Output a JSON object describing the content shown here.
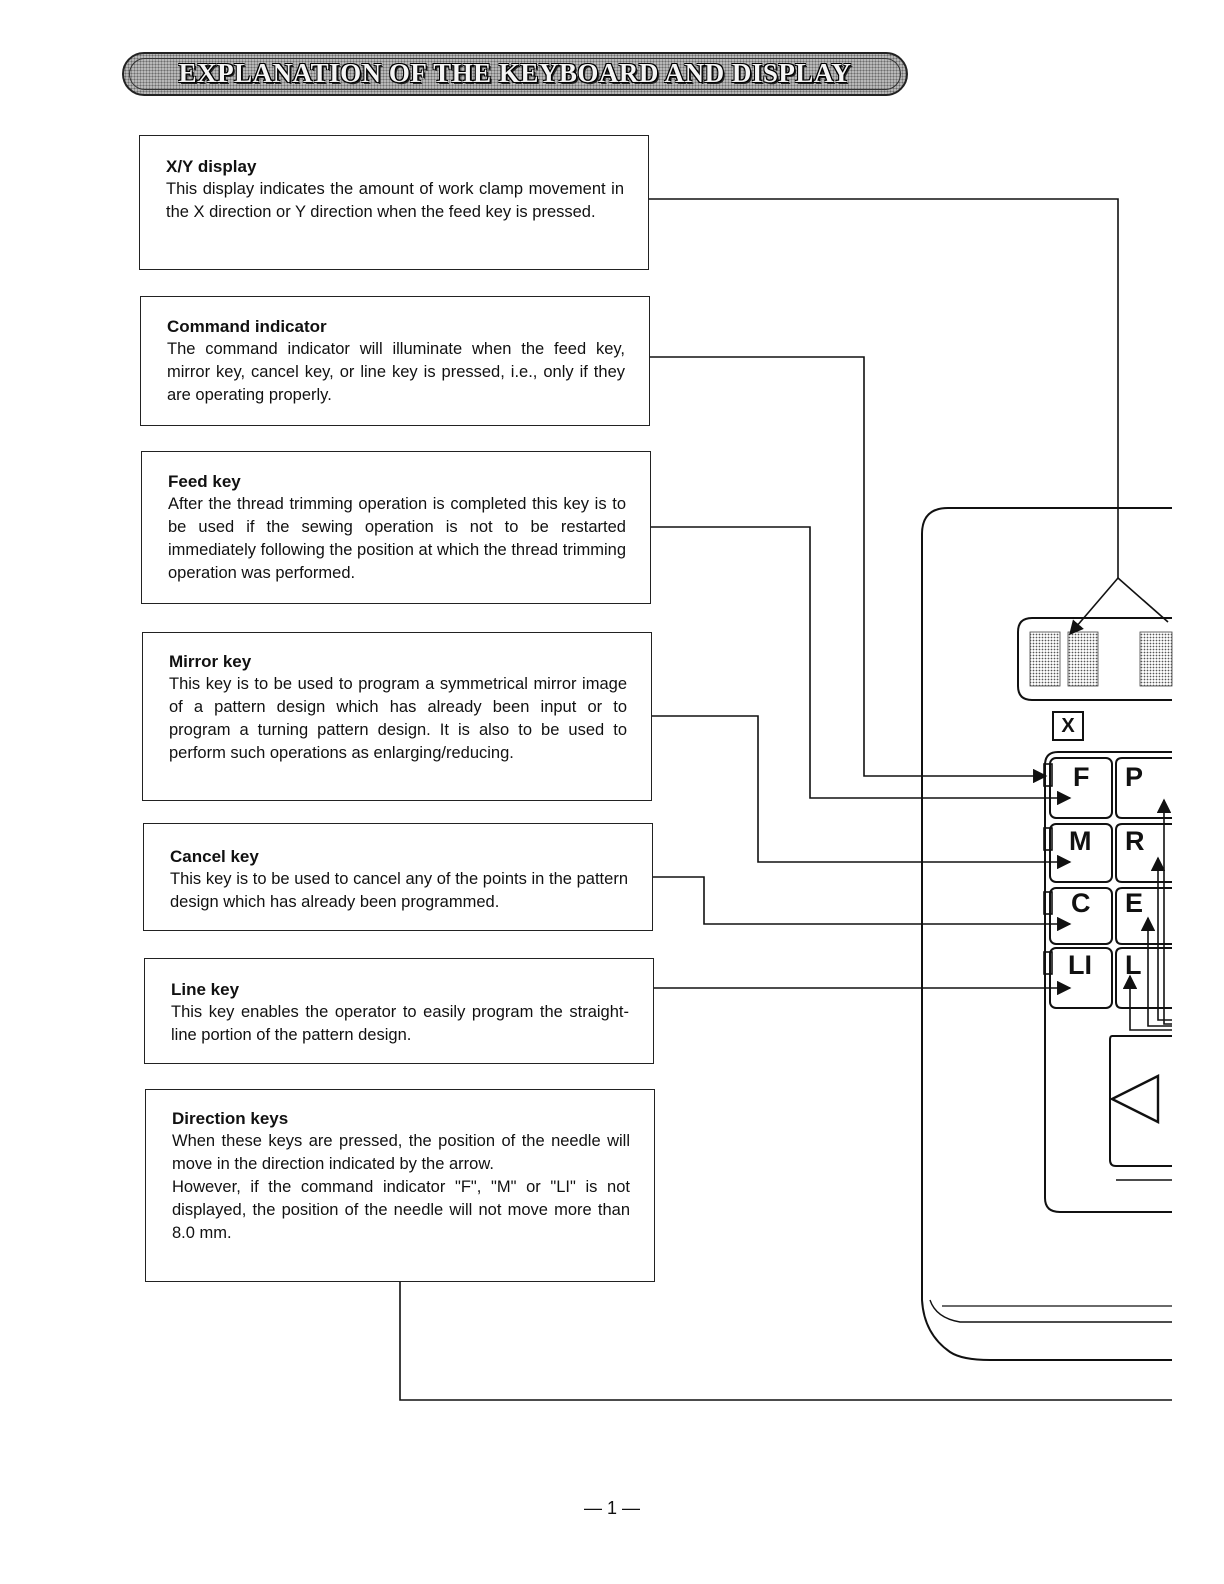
{
  "title": "EXPLANATION OF THE KEYBOARD AND DISPLAY",
  "sections": [
    {
      "title": "X/Y display",
      "body": "This display indicates the amount of work clamp movement in the X direction or Y direction when the feed key is pressed."
    },
    {
      "title": "Command indicator",
      "body": "The command indicator will illuminate when the feed key, mirror key, cancel key, or line key is pressed, i.e., only if they are operating properly."
    },
    {
      "title": "Feed key",
      "body": "After the thread trimming operation is completed this key is to be used if the sewing operation is not to be restarted immediately following the position at which the thread trimming operation was performed."
    },
    {
      "title": "Mirror key",
      "body": "This key is to be used to program a symmetrical mirror image of a pattern design which has already been input or to program a turning pattern design. It is also to be used to perform such operations as enlarging/reducing."
    },
    {
      "title": "Cancel key",
      "body": "This key is to be used to cancel any of the points in the pattern design which has already been programmed."
    },
    {
      "title": "Line key",
      "body": "This key enables the operator to easily program the straight-line portion of the pattern design."
    },
    {
      "title": "Direction keys",
      "body": "When these keys are pressed, the position of the needle will move in the direction indicated by the arrow.\nHowever, if the command indicator \"F\", \"M\" or \"LI\" is not displayed, the position of the needle will not move more than 8.0 mm."
    }
  ],
  "panel": {
    "display_label": "X",
    "left_keys": [
      "F",
      "M",
      "C",
      "LI"
    ],
    "right_keys": [
      "P",
      "R",
      "E",
      "L"
    ]
  },
  "page_number": "— 1 —"
}
